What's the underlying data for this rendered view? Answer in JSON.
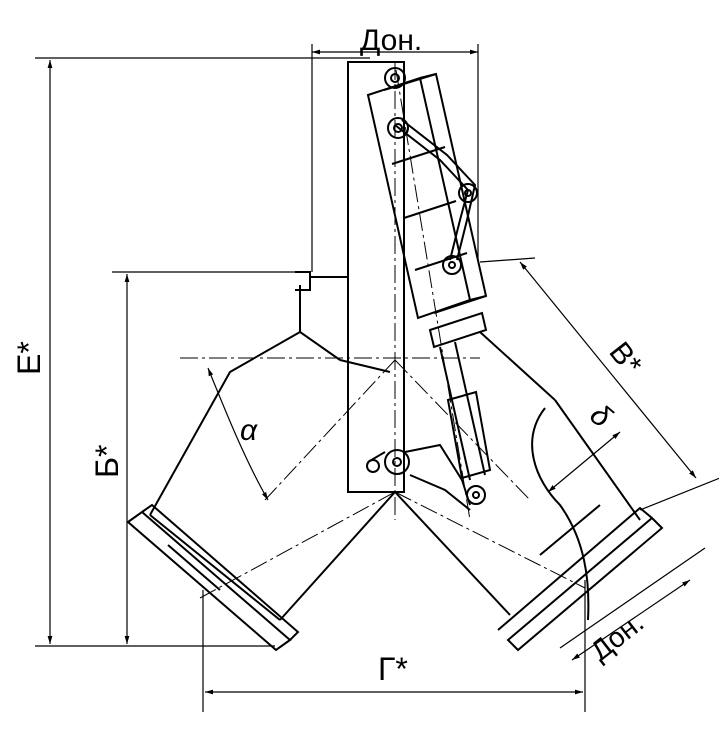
{
  "colors": {
    "line": "#000000",
    "background": "#ffffff"
  },
  "labels": {
    "d_inner_top": "Дон.",
    "d_inner_outlet": "Дон.",
    "e_total_height": "Е*",
    "b_height": "Б*",
    "v_length": "В*",
    "g_width": "Г*",
    "delta": "δ",
    "alpha": "α"
  }
}
